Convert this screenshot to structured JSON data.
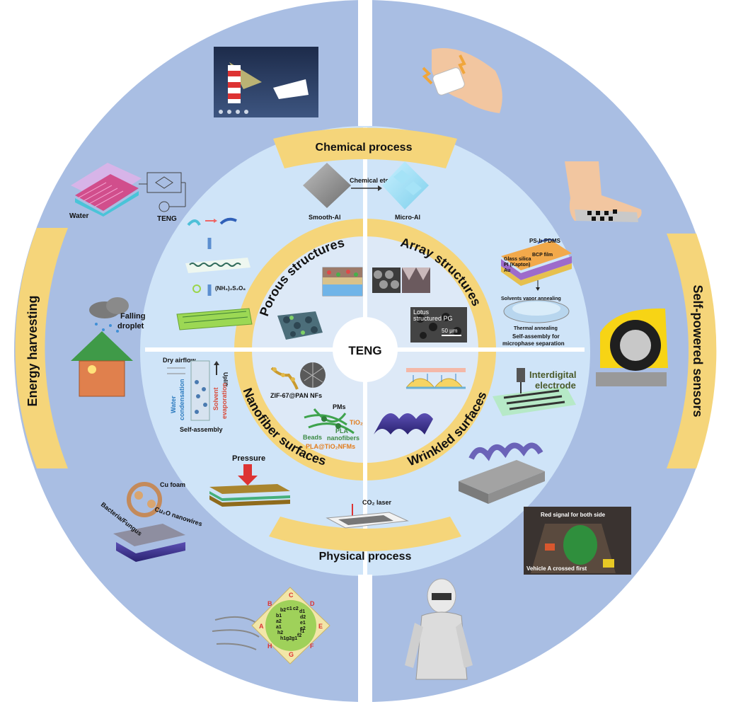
{
  "center": {
    "label": "TENG"
  },
  "outer_labels": {
    "left": "Energy harvesting",
    "right": "Self-powered sensors"
  },
  "band_labels": {
    "top": "Chemical process",
    "bottom": "Physical process"
  },
  "quadrant_labels": {
    "porous": "Porous structures",
    "array": "Array structures",
    "nanofiber": "Nanofiber surfaces",
    "wrinkled": "Wrinkled surfaces"
  },
  "annotations": {
    "chemical_etching": "Chemical etching",
    "smooth_al": "Smooth-Al",
    "micro_al": "Micro-Al",
    "ammonium_persulfate": "(NH₄)₂S₂O₈",
    "ps_b_pdms": "PS-b-PDMS",
    "bcp_film": "BCP film",
    "glass_silica": "Glass silica",
    "pi_kapton": "PI (Kapton)",
    "au": "Au",
    "solvents_vapor_annealing": "Solvents vapor annealing",
    "thermal_annealing": "Thermal annealing",
    "self_assembly_microphase_1": "Self-assembly for",
    "self_assembly_microphase_2": "microphase separation",
    "lotus_structured_pg_1": "Lotus",
    "lotus_structured_pg_2": "structured PG",
    "scale_50um": "50 μm",
    "dry_airflow": "Dry airflow",
    "uplift": "Uplift",
    "water_condensation_1": "Water",
    "water_condensation_2": "condensation",
    "solvent_evaporation_1": "Solvent",
    "solvent_evaporation_2": "evaporation",
    "self_assembly": "Self-assembly",
    "zif_pan": "ZIF-67@PAN NFs",
    "pms": "PMs",
    "tio2": "TiO₂",
    "pla": "PLA",
    "beads": "Beads",
    "nanofibers": "nanofibers",
    "pla_tio2_nfms": "PLA@TiO₂NFMs",
    "pressure": "Pressure",
    "co2_laser": "CO₂ laser",
    "interdigital_1": "Interdigital",
    "interdigital_2": "electrode",
    "water": "Water",
    "teng_small": "TENG",
    "falling_1": "Falling",
    "falling_2": "droplet",
    "cu_foam": "Cu foam",
    "cu2o_nanowires": "Cu₂O nanowires",
    "bacteria_fungus": "Bacteria/Fungus",
    "red_signal": "Red signal for both side",
    "vehicle_a": "Vehicle A crossed first"
  },
  "wind_sensor_letters": [
    "A",
    "B",
    "C",
    "D",
    "E",
    "F",
    "G",
    "H"
  ],
  "wind_sensor_codes": [
    "b2",
    "c1",
    "c2",
    "d1",
    "b1",
    "d2",
    "a2",
    "a1",
    "e1",
    "h2",
    "e2",
    "h1",
    "g2",
    "g1",
    "f2",
    "f1"
  ],
  "colors": {
    "outer_ring": "#a9bee3",
    "middle_disk": "#cfe4f8",
    "inner_disk": "#dde9f7",
    "gold": "#f5d57a",
    "center": "#ffffff"
  }
}
